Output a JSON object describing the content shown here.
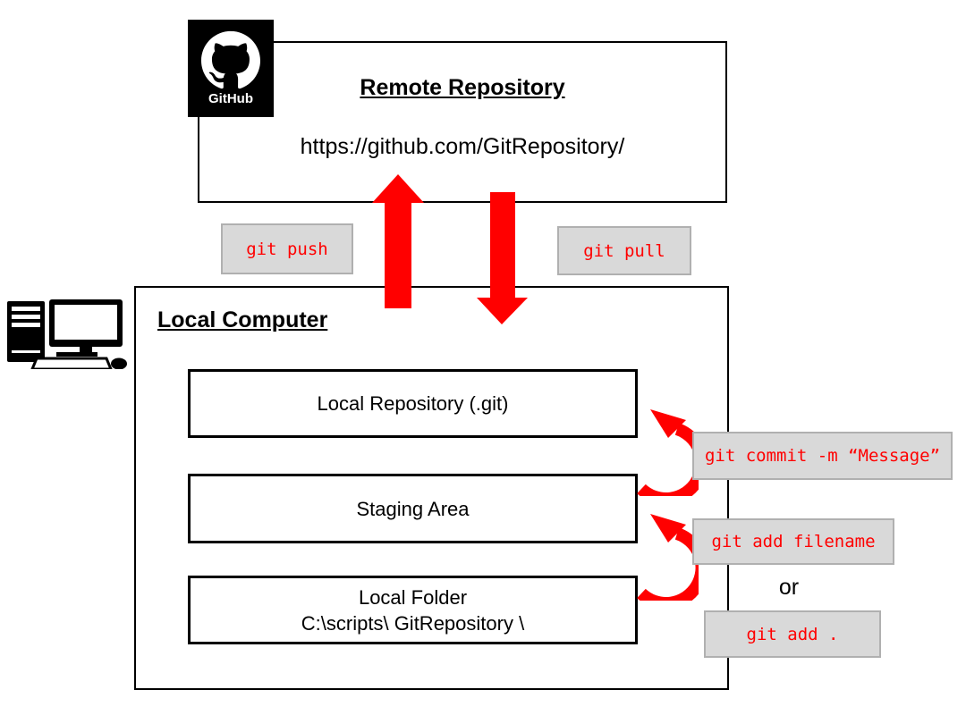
{
  "colors": {
    "arrow_red": "#ff0000",
    "label_bg": "#d9d9d9",
    "label_border": "#b0b0b0",
    "box_border": "#000000"
  },
  "remote": {
    "title": "Remote Repository",
    "url": "https://github.com/GitRepository/",
    "logo_label": "GitHub"
  },
  "local": {
    "title": "Local Computer",
    "boxes": [
      {
        "label": "Local Repository (.git)"
      },
      {
        "label": "Staging Area"
      },
      {
        "label": "Local Folder",
        "sublabel": "C:\\scripts\\ GitRepository \\"
      }
    ]
  },
  "commands": {
    "push": "git push",
    "pull": "git pull",
    "commit": "git commit -m “Message”",
    "add_file": "git add filename",
    "or": "or",
    "add_dot": "git add ."
  }
}
